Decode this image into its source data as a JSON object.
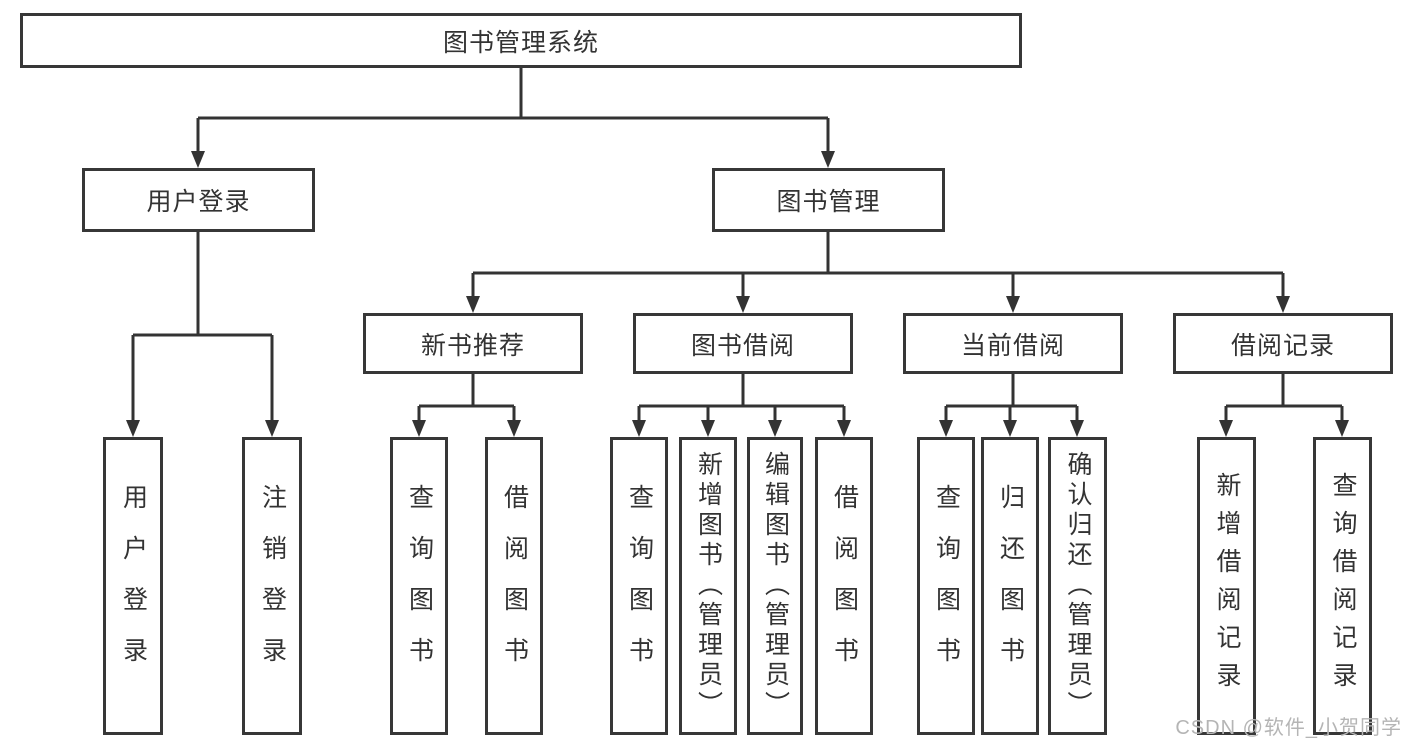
{
  "tree": {
    "root": {
      "label": "图书管理系统"
    },
    "branches": [
      {
        "label": "用户登录",
        "leaves": [
          {
            "label": "用户登录"
          },
          {
            "label": "注销登录"
          }
        ]
      },
      {
        "label": "图书管理",
        "children": [
          {
            "label": "新书推荐",
            "leaves": [
              {
                "label": "查询图书"
              },
              {
                "label": "借阅图书"
              }
            ]
          },
          {
            "label": "图书借阅",
            "leaves": [
              {
                "label": "查询图书"
              },
              {
                "label": "新增图书（管理员）"
              },
              {
                "label": "编辑图书（管理员）"
              },
              {
                "label": "借阅图书"
              }
            ]
          },
          {
            "label": "当前借阅",
            "leaves": [
              {
                "label": "查询图书"
              },
              {
                "label": "归还图书"
              },
              {
                "label": "确认归还（管理员）"
              }
            ]
          },
          {
            "label": "借阅记录",
            "leaves": [
              {
                "label": "新增借阅记录"
              },
              {
                "label": "查询借阅记录"
              }
            ]
          }
        ]
      }
    ]
  },
  "watermark": {
    "text": "CSDN @软件_小贺同学"
  },
  "colors": {
    "line": "#333333",
    "box_border": "#373737",
    "text": "#333333",
    "watermark_text": "#b5b5b5",
    "background": "#ffffff"
  }
}
